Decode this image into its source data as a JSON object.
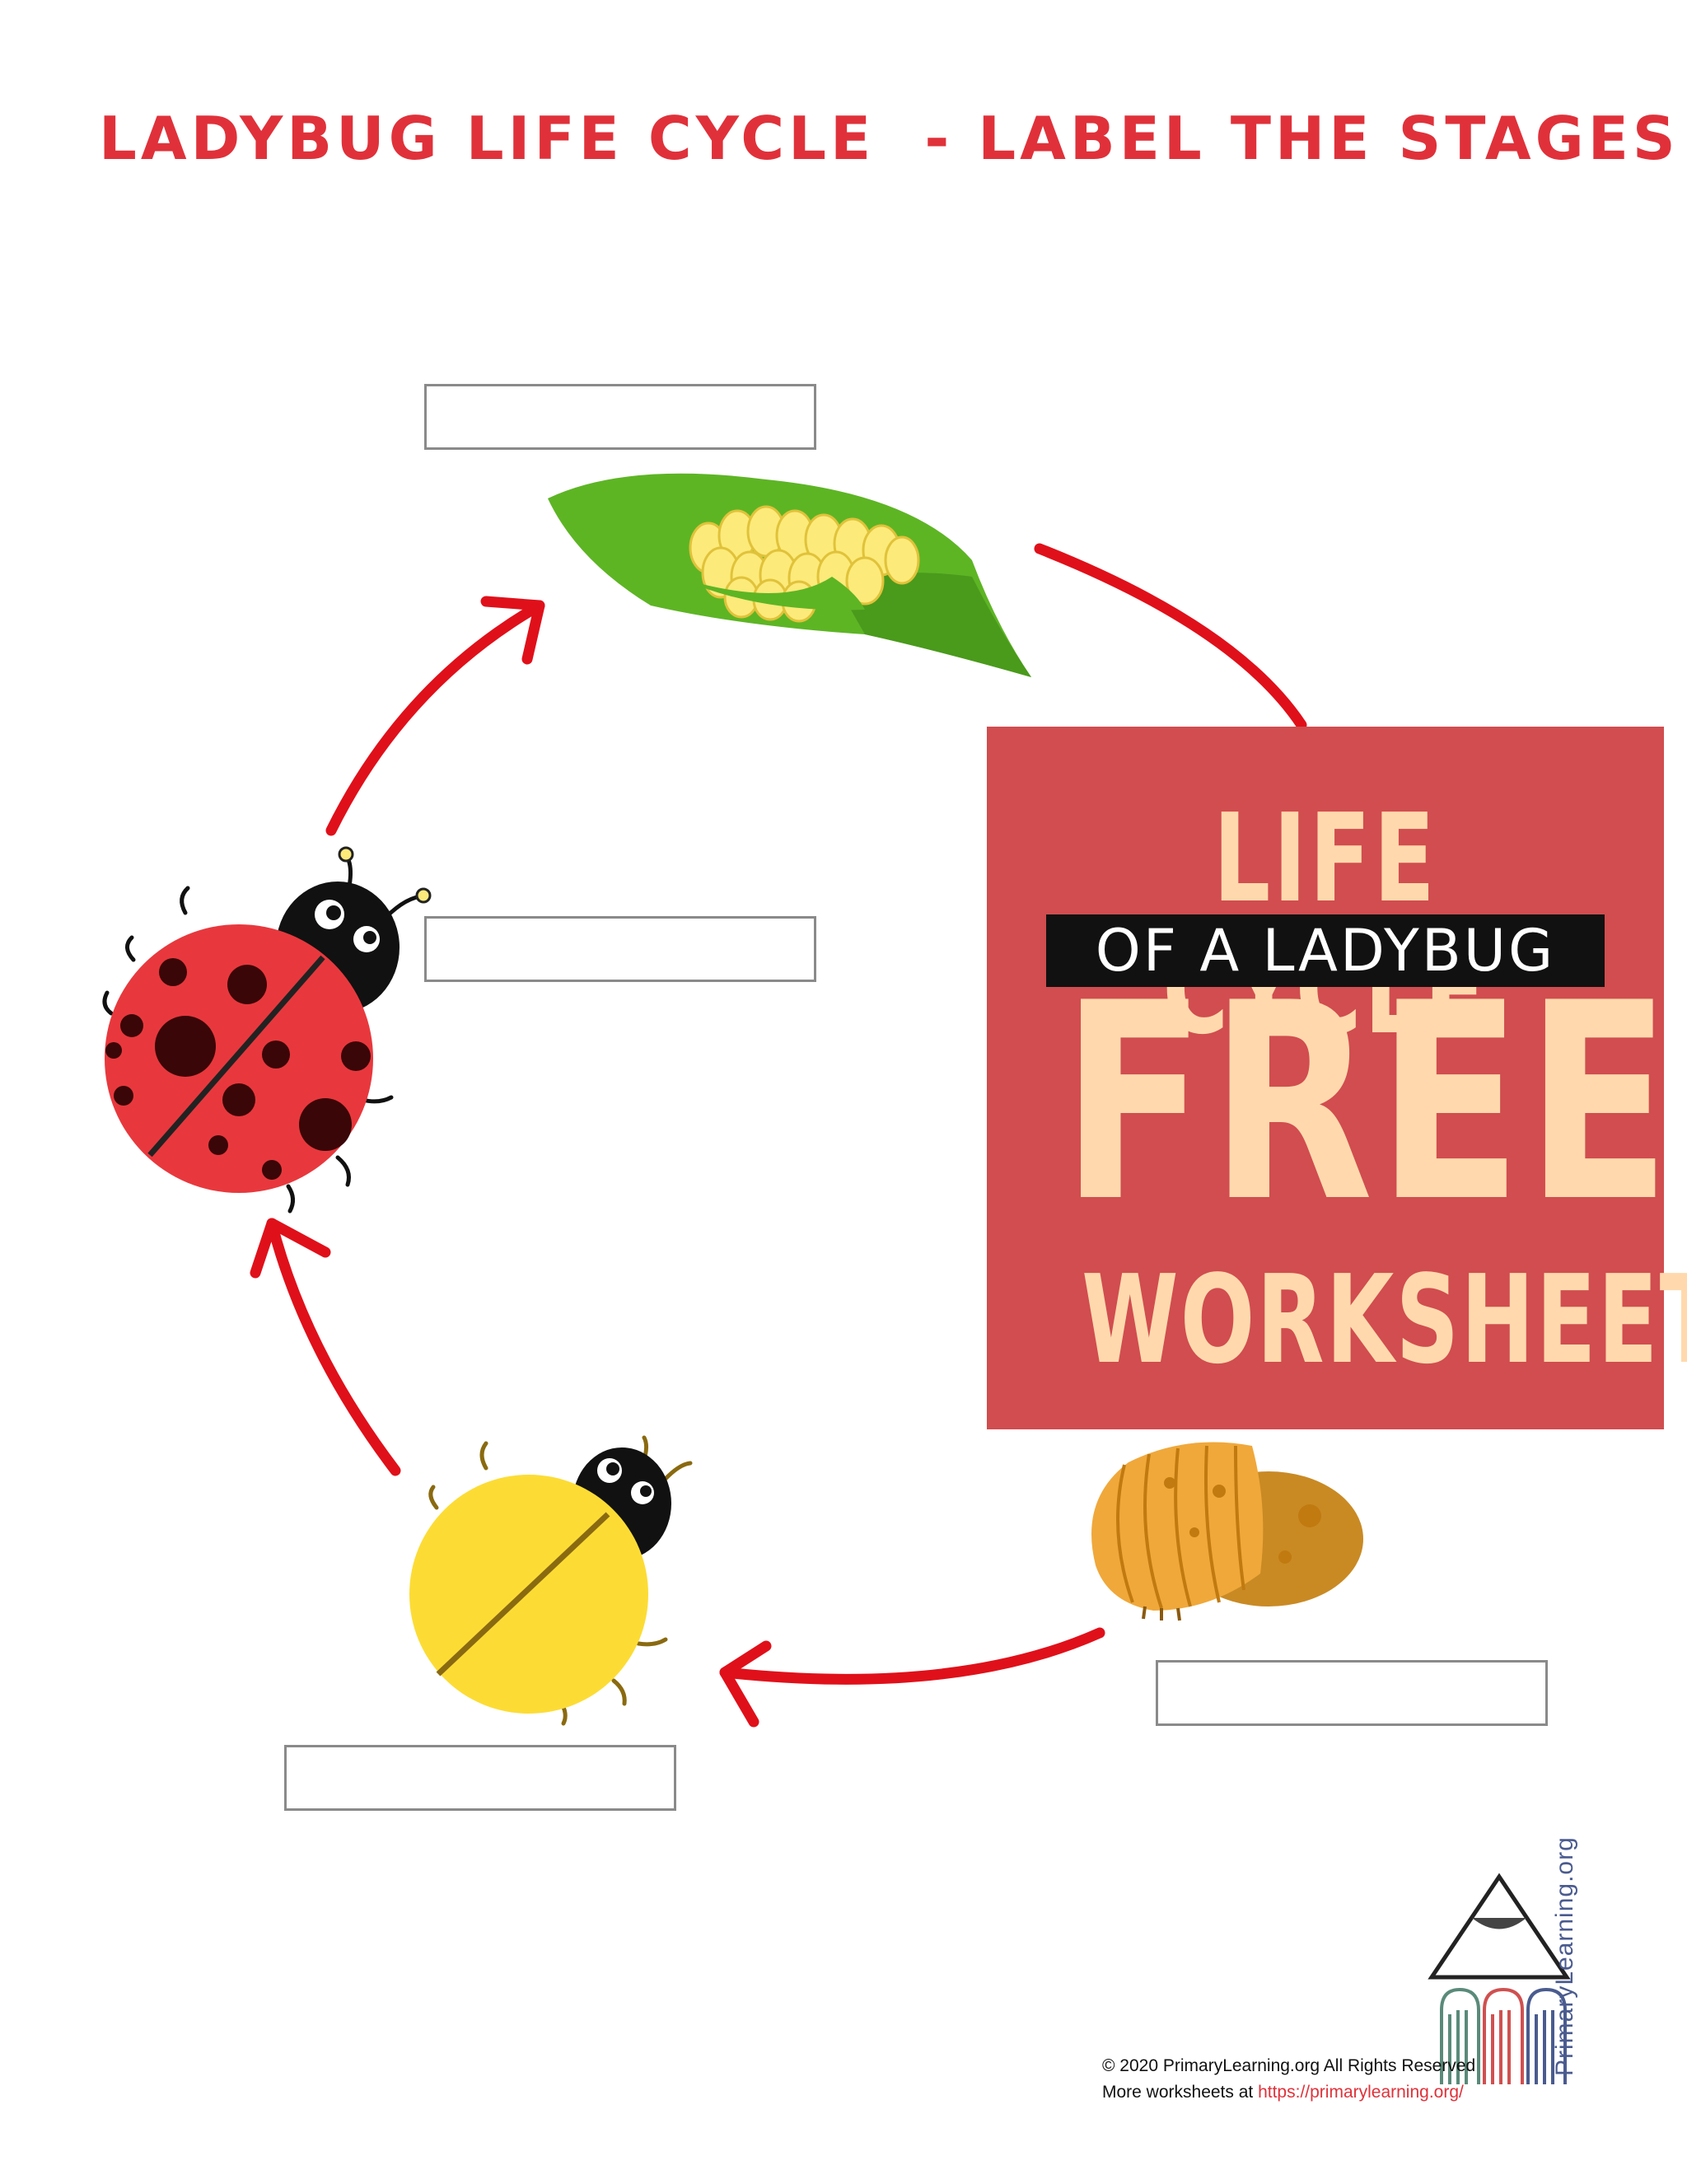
{
  "worksheet": {
    "title": "LADYBUG LIFE CYCLE  - LABEL THE STAGES",
    "answer_boxes": [
      {
        "stage": "eggs",
        "value": ""
      },
      {
        "stage": "adult",
        "value": ""
      },
      {
        "stage": "pupa",
        "value": ""
      },
      {
        "stage": "larva",
        "value": ""
      }
    ]
  },
  "promo": {
    "line1": "LIFE CYCLE",
    "line2": "OF A LADYBUG",
    "line3": "FREE",
    "line4": "WORKSHEET"
  },
  "footer": {
    "copyright": "© 2020 PrimaryLearning.org All Rights Reserved",
    "more_prefix": "More worksheets at ",
    "more_link": "https://primarylearning.org/",
    "brand": "PrimaryLearning.org"
  },
  "colors": {
    "title": "#e0313a",
    "arrow": "#e0101a",
    "promo_bg": "#d14d4f",
    "promo_text": "#ffd9ad",
    "leaf": "#5db524",
    "ladybug_red": "#e8383d",
    "yellow_bug": "#fcdc34",
    "pupa": "#e8a030"
  },
  "icons": [
    "eggs-on-leaf-icon",
    "adult-ladybug-icon",
    "yellow-ladybug-icon",
    "pupa-icon",
    "primarylearning-logo-icon"
  ]
}
